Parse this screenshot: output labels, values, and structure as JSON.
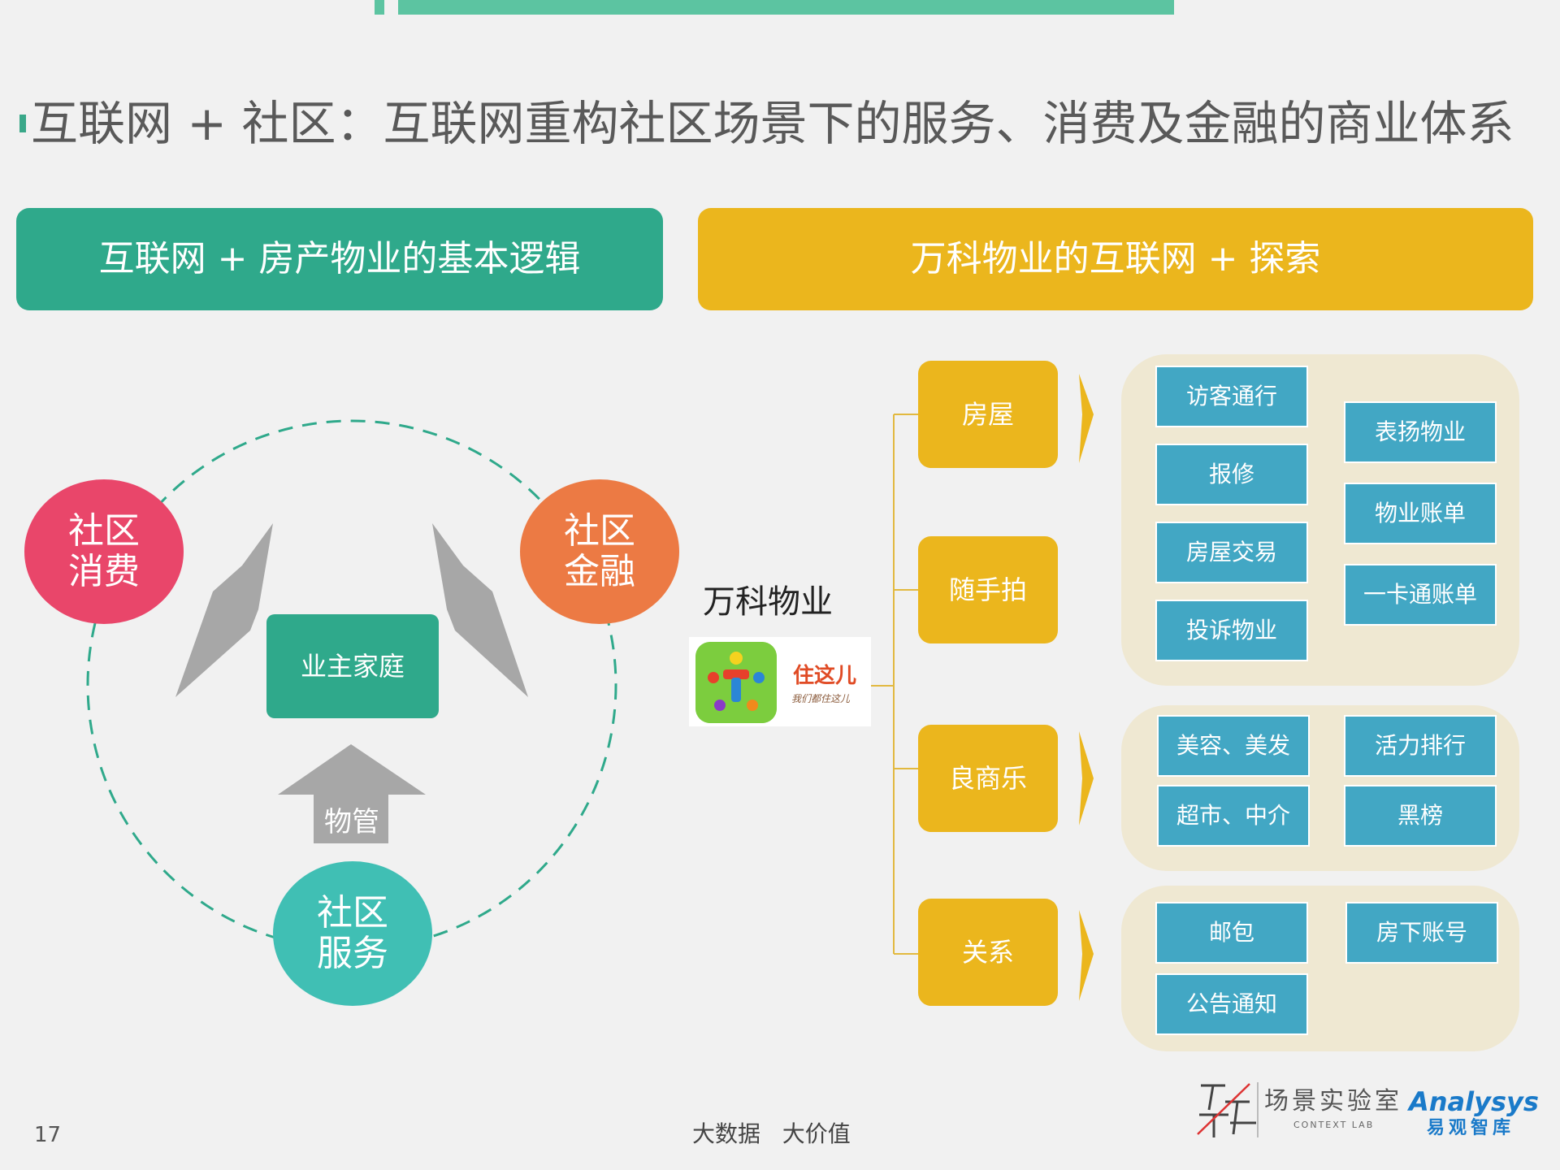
{
  "title": "互联网 + 社区：互联网重构社区场景下的服务、消费及金融的商业体系",
  "left_header": "互联网 + 房产物业的基本逻辑",
  "right_header": "万科物业的互联网 + 探索",
  "cycle": {
    "consume": "社区\n消费",
    "finance": "社区\n金融",
    "service": "社区\n服务",
    "owner": "业主家庭",
    "arrow_label": "物管"
  },
  "brand": {
    "label": "万科物业",
    "app_name": "住这儿",
    "app_slogan": "我们都住这儿"
  },
  "categories": [
    {
      "name": "房屋",
      "features": [
        "访客通行",
        "报修",
        "房屋交易",
        "投诉物业",
        "表扬物业",
        "物业账单",
        "一卡通账单"
      ]
    },
    {
      "name": "随手拍",
      "features": []
    },
    {
      "name": "良商乐",
      "features": [
        "美容、美发",
        "超市、中介",
        "活力排行",
        "黑榜"
      ]
    },
    {
      "name": "关系",
      "features": [
        "邮包",
        "公告通知",
        "房下账号"
      ]
    }
  ],
  "footer": {
    "page_number": "17",
    "slogan": "大数据   大价值",
    "lab_cn": "场景实验室",
    "lab_en": "CONTEXT LAB",
    "brand_en": "Analysys",
    "brand_cn": "易观智库"
  },
  "colors": {
    "teal": "#2fa98b",
    "gold": "#ebb61d",
    "pink": "#e9466a",
    "orange": "#ec7a44",
    "cyan": "#40bfb4",
    "feature_blue": "#42a7c4",
    "panel": "#efe8d2"
  }
}
